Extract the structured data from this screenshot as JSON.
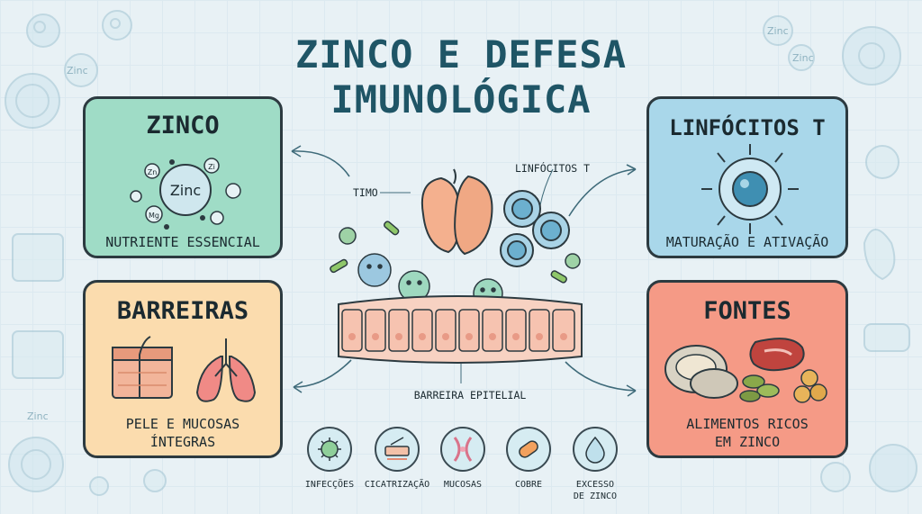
{
  "title": {
    "line1": "ZINCO E DEFESA",
    "line2": "IMUNOLÓGICA"
  },
  "cards": {
    "zinco": {
      "title": "ZINCO",
      "subtitle": "NUTRIENTE ESSENCIAL",
      "center_label": "Zinc",
      "ions": [
        "Zn",
        "Zi",
        "Mg"
      ],
      "color": "#9fdcc6"
    },
    "linfocitos": {
      "title": "LINFÓCITOS T",
      "subtitle": "MATURAÇÃO E ATIVAÇÃO",
      "color": "#a9d7ea"
    },
    "barreiras": {
      "title": "BARREIRAS",
      "subtitle_line1": "PELE E MUCOSAS",
      "subtitle_line2": "ÍNTEGRAS",
      "color": "#fbdcae"
    },
    "fontes": {
      "title": "FONTES",
      "subtitle_line1": "ALIMENTOS RICOS",
      "subtitle_line2": "EM ZINCO",
      "color": "#f59a86"
    }
  },
  "center_labels": {
    "timo": "TIMO",
    "linfocitos_t": "LINFÓCITOS T",
    "barreira": "BARREIRA EPITELIAL"
  },
  "bottom_icons": [
    {
      "label": "INFECÇÕES",
      "icon": "virus-icon"
    },
    {
      "label": "CICATRIZAÇÃO",
      "icon": "wound-icon"
    },
    {
      "label": "MUCOSAS",
      "icon": "mucosa-icon"
    },
    {
      "label": "COBRE",
      "icon": "capsule-icon"
    },
    {
      "label_line1": "EXCESSO",
      "label_line2": "DE ZINCO",
      "icon": "drop-icon"
    }
  ],
  "decor_labels": [
    "Zinc",
    "Zinc",
    "Zinc",
    "Zinc"
  ]
}
